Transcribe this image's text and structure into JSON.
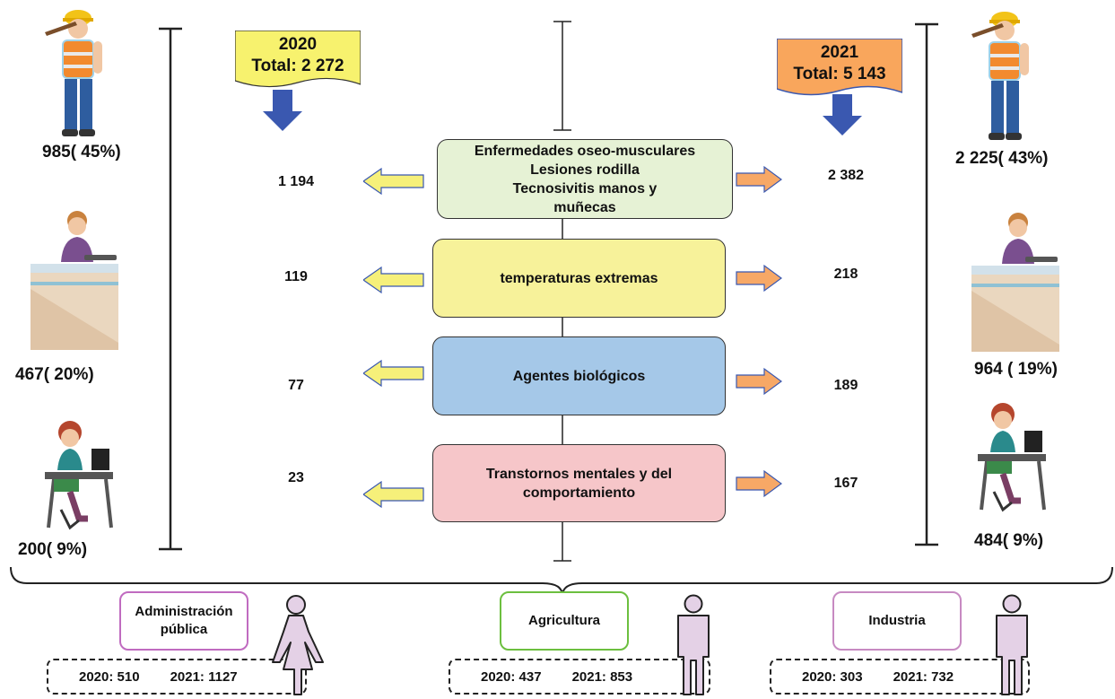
{
  "years": {
    "left": {
      "year": "2020",
      "total": "Total: 2 272",
      "color": "#f7f26e"
    },
    "right": {
      "year": "2021",
      "total": "Total: 5 143",
      "color": "#f9a65c"
    }
  },
  "causes": [
    {
      "label": "Enfermedades oseo-musculares\nLesiones rodilla\nTecnosivitis manos y\nmuñecas",
      "v2020": "1 194",
      "v2021": "2 382",
      "color": "#e6f2d5"
    },
    {
      "label": "temperaturas extremas",
      "v2020": "119",
      "v2021": "218",
      "color": "#f7f29a"
    },
    {
      "label": "Agentes biológicos",
      "v2020": "77",
      "v2021": "189",
      "color": "#a5c8e8"
    },
    {
      "label": "Transtornos mentales y del\ncomportamiento",
      "v2020": "23",
      "v2021": "167",
      "color": "#f6c6c9"
    }
  ],
  "workers_left": [
    {
      "icon": "construction-worker-icon",
      "label": "985( 45%)"
    },
    {
      "icon": "desk-worker-icon",
      "label": "467( 20%)"
    },
    {
      "icon": "office-worker-icon",
      "label": "200( 9%)"
    }
  ],
  "workers_right": [
    {
      "icon": "construction-worker-icon",
      "label": "2 225( 43%)"
    },
    {
      "icon": "desk-worker-icon",
      "label": "964 ( 19%)"
    },
    {
      "icon": "office-worker-icon",
      "label": "484( 9%)"
    }
  ],
  "sectors": [
    {
      "name": "Administración\npública",
      "y2020": "2020: 510",
      "y2021": "2021: 1127",
      "border": "#c06bc0",
      "figure": "female-figure-icon"
    },
    {
      "name": "Agricultura",
      "y2020": "2020: 437",
      "y2021": "2021: 853",
      "border": "#6cbf3f",
      "figure": "male-figure-icon"
    },
    {
      "name": "Industria",
      "y2020": "2020: 303",
      "y2021": "2021: 732",
      "border": "#c78ac2",
      "figure": "male-figure-icon"
    }
  ],
  "colors": {
    "arrow_down": "#3a58b0",
    "arrow_left": "#f6f07a",
    "arrow_right": "#f7a866",
    "figure_fill": "#e4d1e6"
  }
}
